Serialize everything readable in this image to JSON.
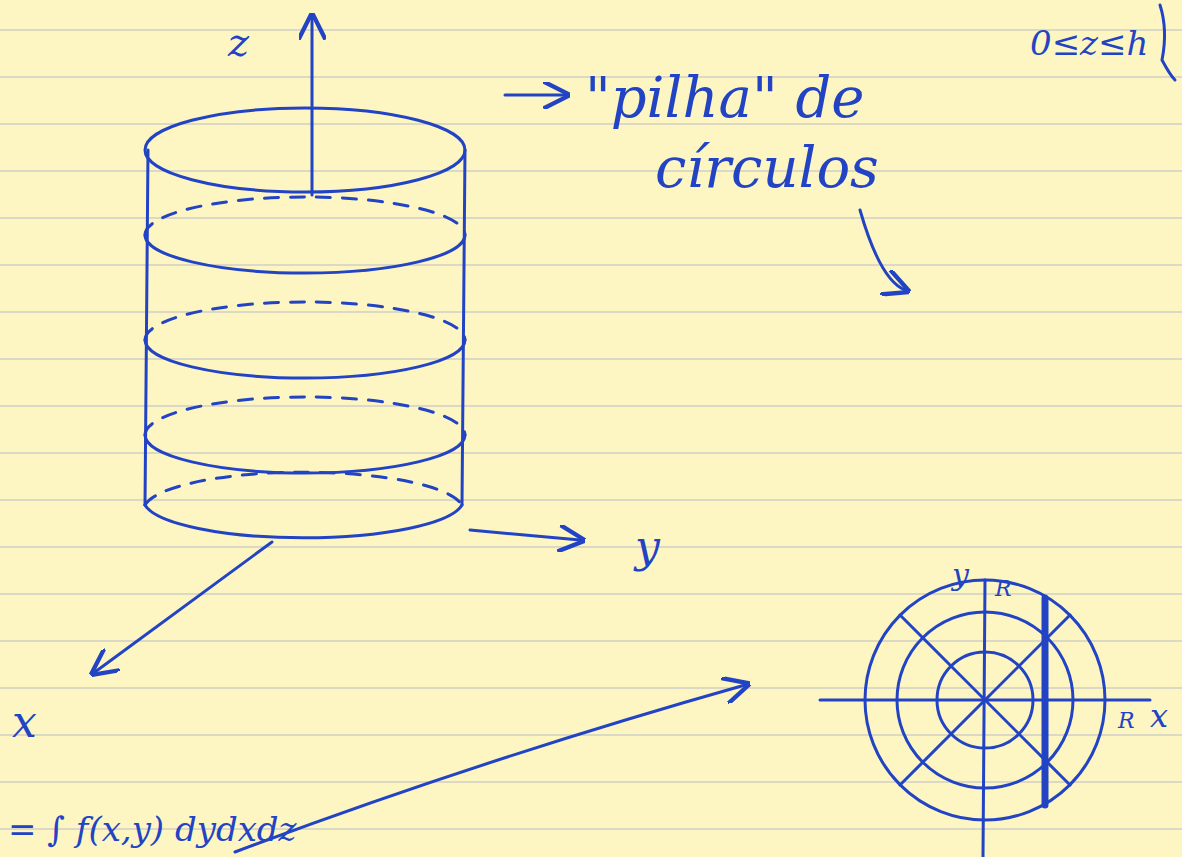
{
  "diagram": {
    "labels": [
      "0≤z≤h",
      "z",
      "\"pilha\" de",
      "círculos",
      "y",
      "x",
      "y",
      "R",
      "R",
      "x",
      "= ∫ f(x,y) dydxdz"
    ]
  }
}
